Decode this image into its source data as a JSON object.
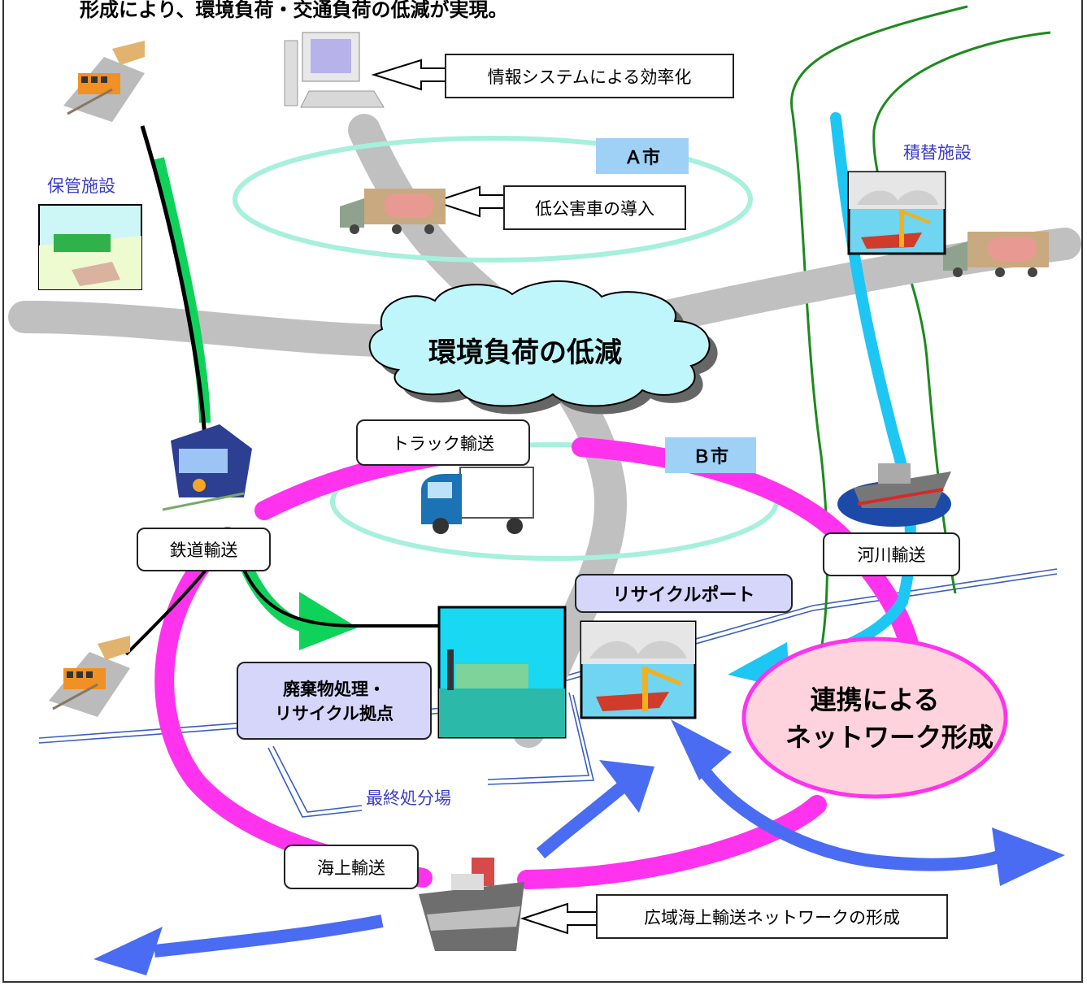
{
  "header": {
    "text": "形成により、環境負荷・交通負荷の低減が実現。"
  },
  "center": {
    "title": "環境負荷の低減"
  },
  "cities": {
    "a": "Ａ市",
    "b": "Ｂ市"
  },
  "callouts": {
    "info_system": "情報システムによる効率化",
    "low_pollution": "低公害車の導入",
    "wide_sea": "広域海上輸送ネットワークの形成"
  },
  "transport": {
    "truck": "トラック輸送",
    "rail": "鉄道輸送",
    "river": "河川輸送",
    "sea": "海上輸送"
  },
  "facilities": {
    "storage": "保管施設",
    "transfer": "積替施設",
    "landfill": "最終処分場",
    "recycle_port": "リサイクルポート",
    "waste_base_line1": "廃棄物処理・",
    "waste_base_line2": "リサイクル拠点"
  },
  "network": {
    "line1": "連携による",
    "line2": "ネットワーク形成"
  },
  "colors": {
    "magenta": "#ff33ee",
    "road_gray": "#c0c0c0",
    "city_oval": "#a6f0dc",
    "river_green": "#1d8a1d",
    "water_cyan": "#1ec6f4",
    "arrow_blue": "#4a6cf2",
    "rail_green": "#0fd25a",
    "network_pink": "#ffd3dd"
  }
}
